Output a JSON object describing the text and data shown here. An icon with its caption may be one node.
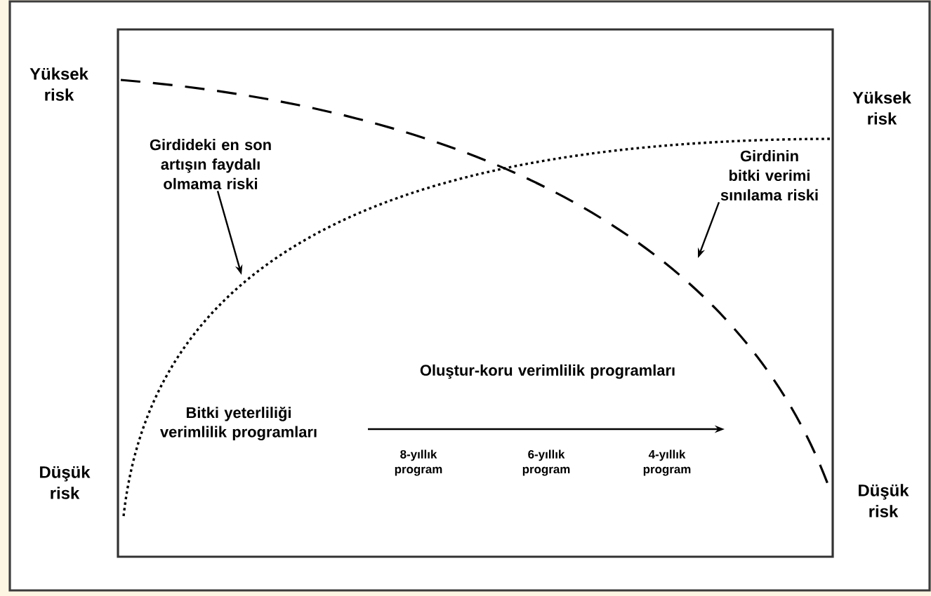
{
  "diagram": {
    "nodes": [
      {
        "text": [
          "Girdideki en son artışın faydalı olmama riski"
        ]
      },
      {
        "text": [
          "Girdinin bitki verimi sınılama riski"
        ]
      }
    ],
    "edges": [
      {
        "from": 0,
        "to": null,
        "arrow": "to"
      },
      {
        "from": 1,
        "to": null,
        "arrow": "to"
      }
    ],
    "labels": [
      "Yüksek risk",
      "Yüksek risk",
      "Oluştur-koru verimlilik programları",
      "Bitki yeterliliği verimlilik programları",
      "8-yıllık program",
      "6-yıllık program",
      "4-yıllık program",
      "Düşük risk",
      "Düşük risk"
    ]
  }
}
